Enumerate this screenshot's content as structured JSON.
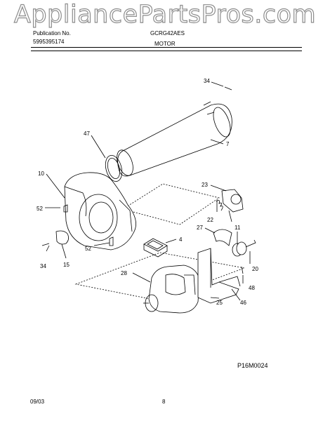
{
  "watermark": "AppliancePartsPros.com",
  "header": {
    "publication_label": "Publication No.",
    "publication_no": "5995395174",
    "model": "GCRG42AES",
    "section_title": "MOTOR"
  },
  "callouts": [
    "34",
    "7",
    "47",
    "10",
    "52",
    "23",
    "22",
    "27",
    "4",
    "11",
    "34",
    "15",
    "52",
    "20",
    "28",
    "48",
    "25",
    "46"
  ],
  "figure_code": "P16M0024",
  "footer": {
    "date": "09/03",
    "page": "8"
  }
}
